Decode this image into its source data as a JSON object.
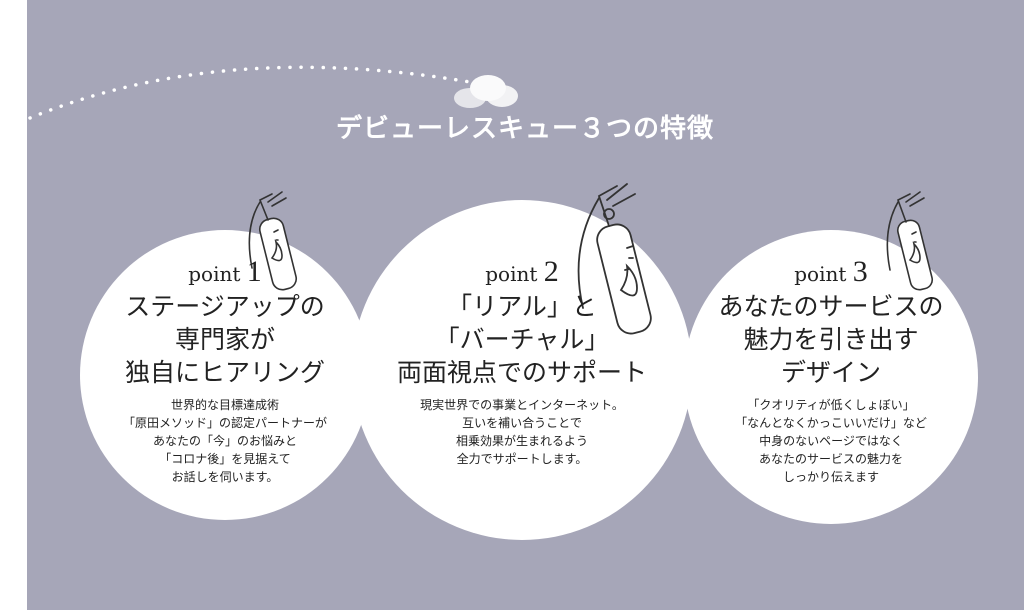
{
  "section": {
    "title": "デビューレスキュー３つの特徴"
  },
  "features": [
    {
      "point_word": "point",
      "point_num": "1",
      "headline": "ステージアップの\n専門家が\n独自にヒアリング",
      "description": "世界的な目標達成術\n「原田メソッド」の認定パートナーが\nあなたの「今」のお悩みと\n「コロナ後」を見据えて\nお話しを伺います。"
    },
    {
      "point_word": "point",
      "point_num": "2",
      "headline": "「リアル」と\n「バーチャル」\n両面視点でのサポート",
      "description": "現実世界での事業とインターネット。\n互いを補い合うことで\n相乗効果が生まれるよう\n全力でサポートします。"
    },
    {
      "point_word": "point",
      "point_num": "3",
      "headline": "あなたのサービスの\n魅力を引き出す\nデザイン",
      "description": "「クオリティが低くしょぼい」\n「なんとなくかっこいいだけ」など\n中身のないページではなく\nあなたのサービスの魅力を\nしっかり伝えます"
    }
  ],
  "icons": {
    "extinguisher": "fire-extinguisher-icon",
    "cloud": "cloud-icon"
  },
  "colors": {
    "background": "#a6a6b8",
    "circle": "#ffffff",
    "title": "#ffffff",
    "text": "#222222"
  }
}
